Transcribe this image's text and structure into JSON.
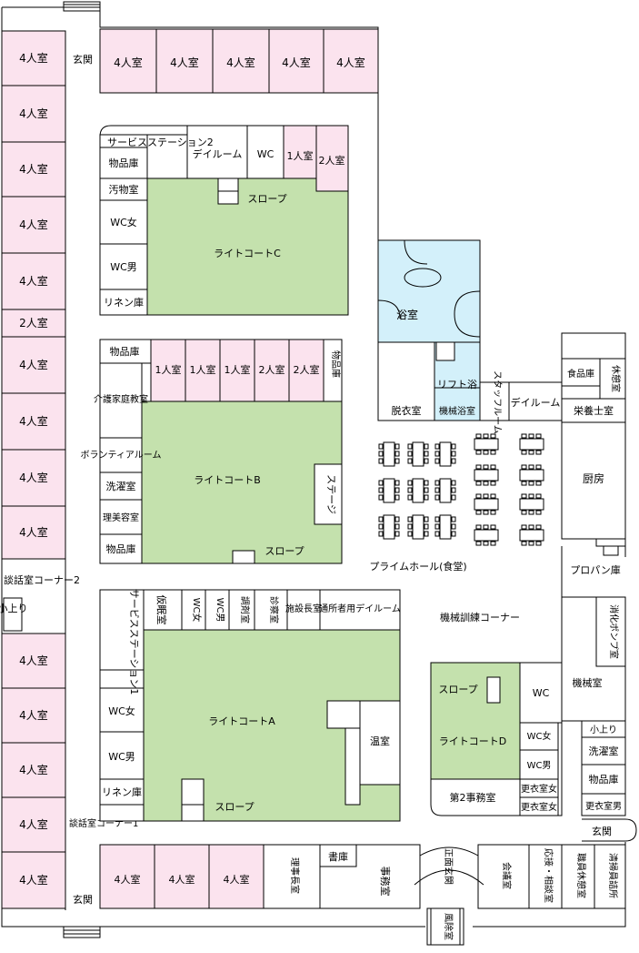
{
  "colors": {
    "room_pink": "#fbe3ee",
    "courtyard_green": "#c4e1ad",
    "bath_blue": "#d3f0fa"
  },
  "rooms": {
    "four_bed": "4人室",
    "two_bed": "2人室",
    "one_bed": "1人室",
    "two_bed_v": "2人室",
    "entrance": "玄関",
    "service_station_2": "サービスステーション2",
    "service_station_1": "サービスステーション1",
    "supply_storage": "物品庫",
    "soiled_room": "汚物室",
    "day_room": "デイルーム",
    "wc": "WC",
    "wc_female": "WC女",
    "wc_male": "WC男",
    "linen": "リネン庫",
    "slope": "スロープ",
    "light_court_a": "ライトコートA",
    "light_court_b": "ライトコートB",
    "light_court_c": "ライトコートC",
    "light_court_d": "ライトコートD",
    "family_room": "介護家庭教室",
    "volunteer_room": "ボランティアルーム",
    "laundry": "洗濯室",
    "barber": "理美容室",
    "stage": "ステージ",
    "bath": "浴室",
    "lift_bath": "リフト浴",
    "machine_bath": "機械浴室",
    "changing_room": "脱衣室",
    "staff_room": "スタッフルーム",
    "food_storage": "食品庫",
    "rest_room": "休憩室",
    "nutritionist": "栄養士室",
    "kitchen": "厨房",
    "propane": "プロパン庫",
    "prime_hall": "プライムホール(食堂)",
    "training_corner": "機械訓練コーナー",
    "nap_room": "仮眠室",
    "pharmacy": "調剤室",
    "exam_room": "診察室",
    "director_room": "施設長室",
    "daycare_room": "通所者用デイルーム",
    "greenhouse": "温室",
    "lounge_1": "談話室コーナー1",
    "lounge_2": "談話室コーナー2",
    "small_stall": "小上り",
    "fire_pump": "消化ポンプ室",
    "machine_room": "機械室",
    "wash_room": "洗濯室",
    "staff_changing_f": "更衣室女",
    "staff_changing_m": "更衣室男",
    "office_2": "第2事務室",
    "chairman_room": "理事長室",
    "library": "書庫",
    "office": "事務室",
    "main_entrance": "正面玄関",
    "windbreak": "風除室",
    "meeting_room": "会議室",
    "consult_room": "応接・相談室",
    "staff_rest": "職員休憩室",
    "cleaning_staff": "清掃員詰所"
  }
}
